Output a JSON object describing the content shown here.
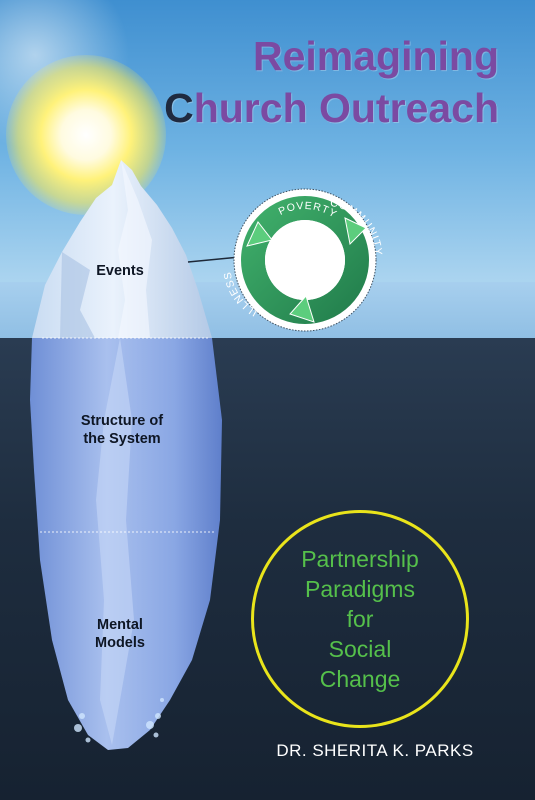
{
  "title": {
    "line1": "Reimagining",
    "line2_first": "C",
    "line2_rest": "hurch Outreach"
  },
  "iceberg": {
    "events": "Events",
    "structure_line1": "Structure of",
    "structure_line2": "the System",
    "mental_line1": "Mental",
    "mental_line2": "Models"
  },
  "cycle": {
    "top": "POVERTY",
    "right": "COMMUNITY",
    "left": "ILLNESS"
  },
  "subtitle": {
    "line1": "Partnership",
    "line2": "Paradigms",
    "line3": "for",
    "line4": "Social",
    "line5": "Change"
  },
  "author": "DR. SHERITA K. PARKS",
  "colors": {
    "title_purple": "#7b4aa2",
    "title_dark": "#1f2a40",
    "subtitle_green": "#55c04b",
    "ring_yellow": "#e9e41b",
    "cycle_green": "#2f9a5e"
  }
}
